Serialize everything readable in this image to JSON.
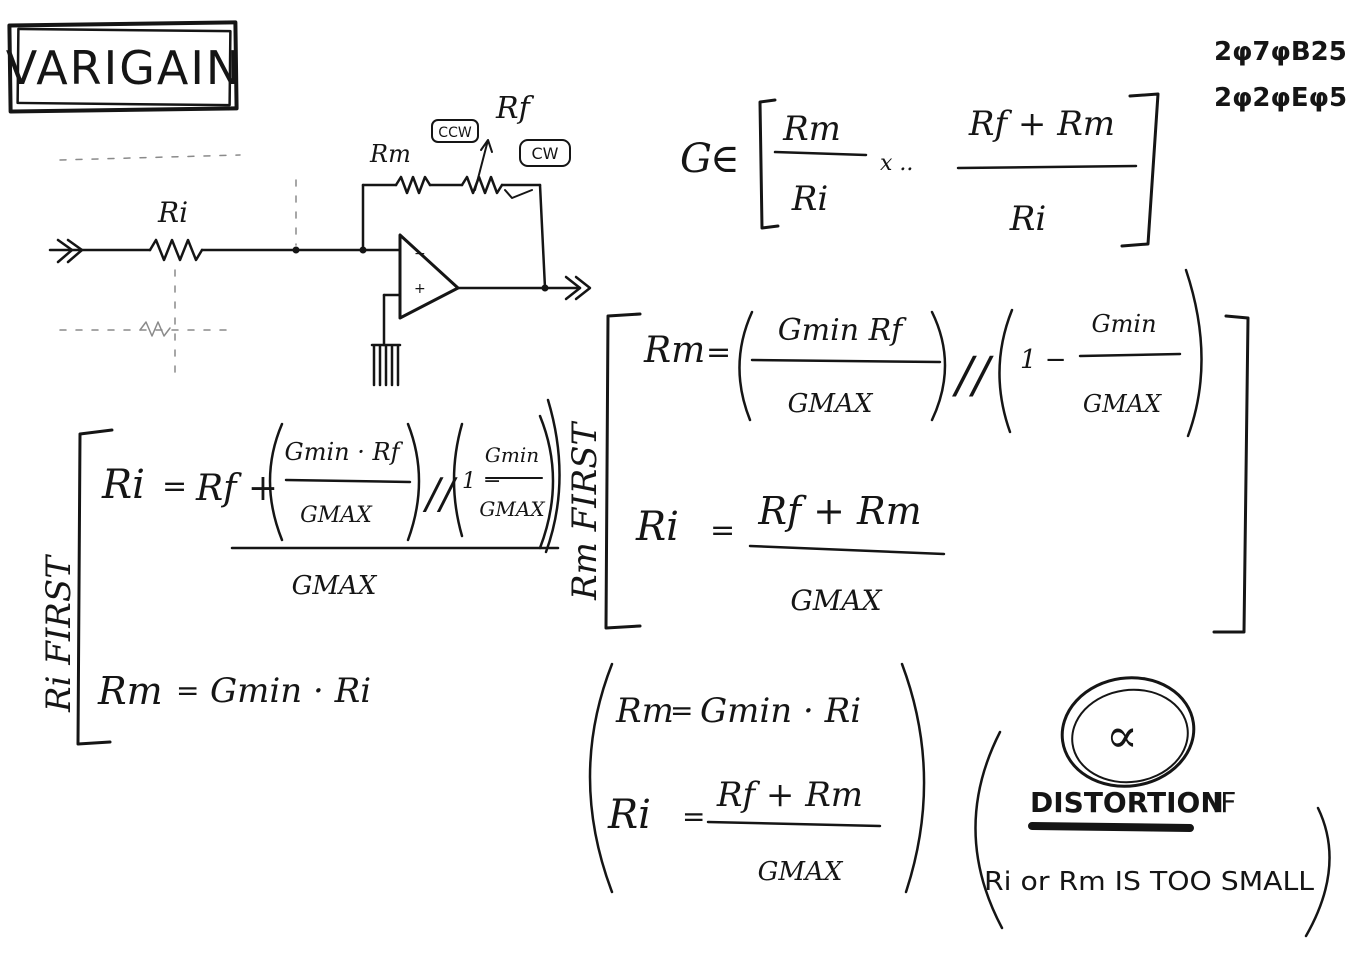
{
  "title": "VARIGAIN",
  "ref_codes": [
    "2φ7φB25",
    "2φ2φEφ5"
  ],
  "schematic": {
    "input_resistor": "Ri",
    "mid_resistor": "Rm",
    "pot": "Rf",
    "ccw": "CCW",
    "cw": "CW",
    "minus": "−",
    "plus": "+"
  },
  "gain_eq": {
    "g": "G",
    "in": "∈",
    "lo_num": "Rm",
    "lo_den": "Ri",
    "sep": "x ..",
    "hi_num": "Rf + Rm",
    "hi_den": "Ri"
  },
  "ri_first": {
    "label": "Ri FIRST",
    "ri_lhs": "Ri",
    "eq": "=",
    "rf_plus": "Rf +",
    "par_num": "Gmin · Rf",
    "par_den": "GMAX",
    "par": "//",
    "one_minus": "1 −",
    "frac_num": "Gmin",
    "frac_den": "GMAX",
    "big_den": "GMAX",
    "rm_lhs": "Rm",
    "rm_rhs": "Gmin · Ri"
  },
  "rm_first": {
    "label": "Rm FIRST",
    "rm_lhs": "Rm",
    "eq": "=",
    "par_num": "Gmin Rf",
    "par_den": "GMAX",
    "par": "//",
    "one_minus": "1 −",
    "frac_num": "Gmin",
    "frac_den": "GMAX",
    "ri_lhs": "Ri",
    "ri_num": "Rf + Rm",
    "ri_den": "GMAX"
  },
  "alt": {
    "rm_lhs": "Rm",
    "rm_rhs": "Gmin · Ri",
    "ri_lhs": "Ri",
    "ri_num": "Rf + Rm",
    "ri_den": "GMAX"
  },
  "note": {
    "symbol": "∝",
    "line1_word": "DISTORTION",
    "line1_tail": "IF",
    "line2": "Ri or Rm IS TOO SMALL"
  }
}
